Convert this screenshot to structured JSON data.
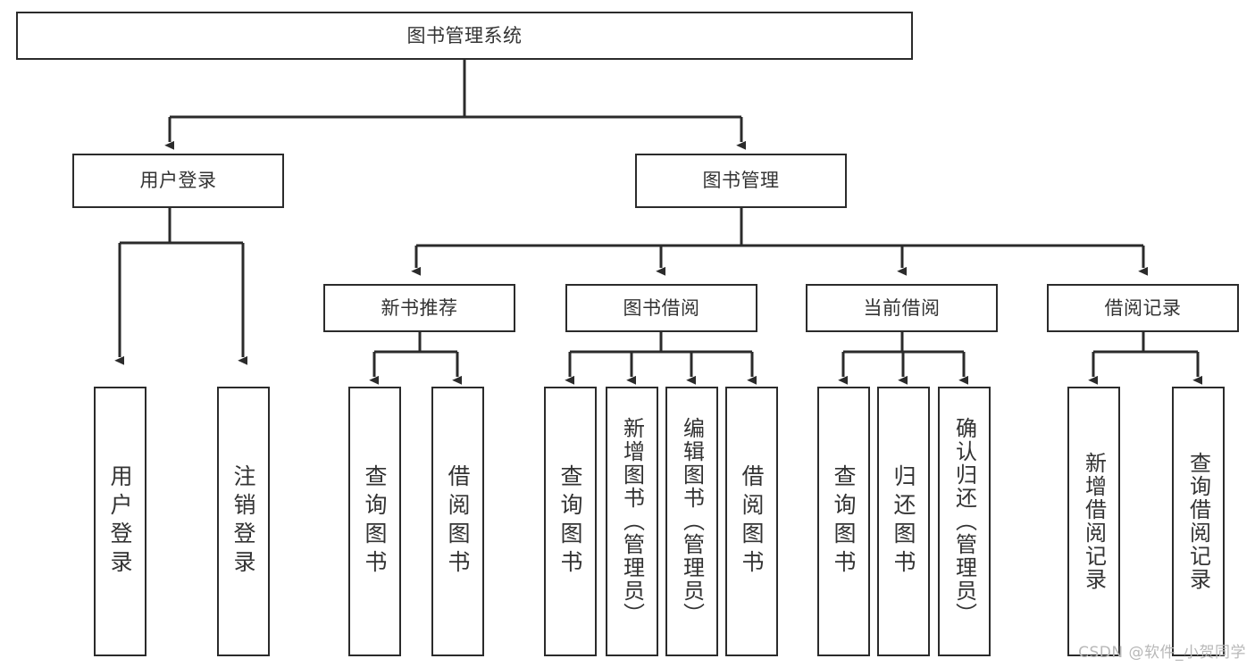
{
  "diagram": {
    "title": "图书管理系统",
    "type": "tree-hierarchy",
    "watermark": "CSDN @软件_小贺同学",
    "colors": {
      "box_border": "#2b2b2b",
      "box_fill": "#ffffff",
      "connector": "#2b2b2b",
      "text": "#333333",
      "watermark": "#b8b8b8",
      "background": "#ffffff"
    },
    "levels": [
      {
        "level": 1,
        "nodes": [
          {
            "id": "root",
            "label": "图书管理系统",
            "orientation": "horizontal"
          }
        ]
      },
      {
        "level": 2,
        "nodes": [
          {
            "id": "login",
            "label": "用户登录",
            "orientation": "horizontal",
            "parent": "root"
          },
          {
            "id": "bookmgmt",
            "label": "图书管理",
            "orientation": "horizontal",
            "parent": "root"
          }
        ]
      },
      {
        "level": 3,
        "nodes": [
          {
            "id": "newbook",
            "label": "新书推荐",
            "orientation": "horizontal",
            "parent": "bookmgmt"
          },
          {
            "id": "borrow",
            "label": "图书借阅",
            "orientation": "horizontal",
            "parent": "bookmgmt"
          },
          {
            "id": "current",
            "label": "当前借阅",
            "orientation": "horizontal",
            "parent": "bookmgmt"
          },
          {
            "id": "records",
            "label": "借阅记录",
            "orientation": "horizontal",
            "parent": "bookmgmt"
          }
        ]
      },
      {
        "level": 4,
        "nodes": [
          {
            "id": "leaf-user-login",
            "label": "用户登录",
            "orientation": "vertical",
            "parent": "login"
          },
          {
            "id": "leaf-user-logout",
            "label": "注销登录",
            "orientation": "vertical",
            "parent": "login"
          },
          {
            "id": "leaf-query-book-1",
            "label": "查询图书",
            "orientation": "vertical",
            "parent": "newbook"
          },
          {
            "id": "leaf-borrow-book-1",
            "label": "借阅图书",
            "orientation": "vertical",
            "parent": "newbook"
          },
          {
            "id": "leaf-query-book-2",
            "label": "查询图书",
            "orientation": "vertical",
            "parent": "borrow"
          },
          {
            "id": "leaf-add-book",
            "label": "新增图书（管理员）",
            "orientation": "vertical",
            "parent": "borrow"
          },
          {
            "id": "leaf-edit-book",
            "label": "编辑图书（管理员）",
            "orientation": "vertical",
            "parent": "borrow"
          },
          {
            "id": "leaf-borrow-book-2",
            "label": "借阅图书",
            "orientation": "vertical",
            "parent": "borrow"
          },
          {
            "id": "leaf-query-book-3",
            "label": "查询图书",
            "orientation": "vertical",
            "parent": "current"
          },
          {
            "id": "leaf-return-book",
            "label": "归还图书",
            "orientation": "vertical",
            "parent": "current"
          },
          {
            "id": "leaf-confirm-return",
            "label": "确认归还（管理员）",
            "orientation": "vertical",
            "parent": "current"
          },
          {
            "id": "leaf-add-record",
            "label": "新增借阅记录",
            "orientation": "vertical",
            "parent": "records"
          },
          {
            "id": "leaf-query-record",
            "label": "查询借阅记录",
            "orientation": "vertical",
            "parent": "records"
          }
        ]
      }
    ]
  }
}
